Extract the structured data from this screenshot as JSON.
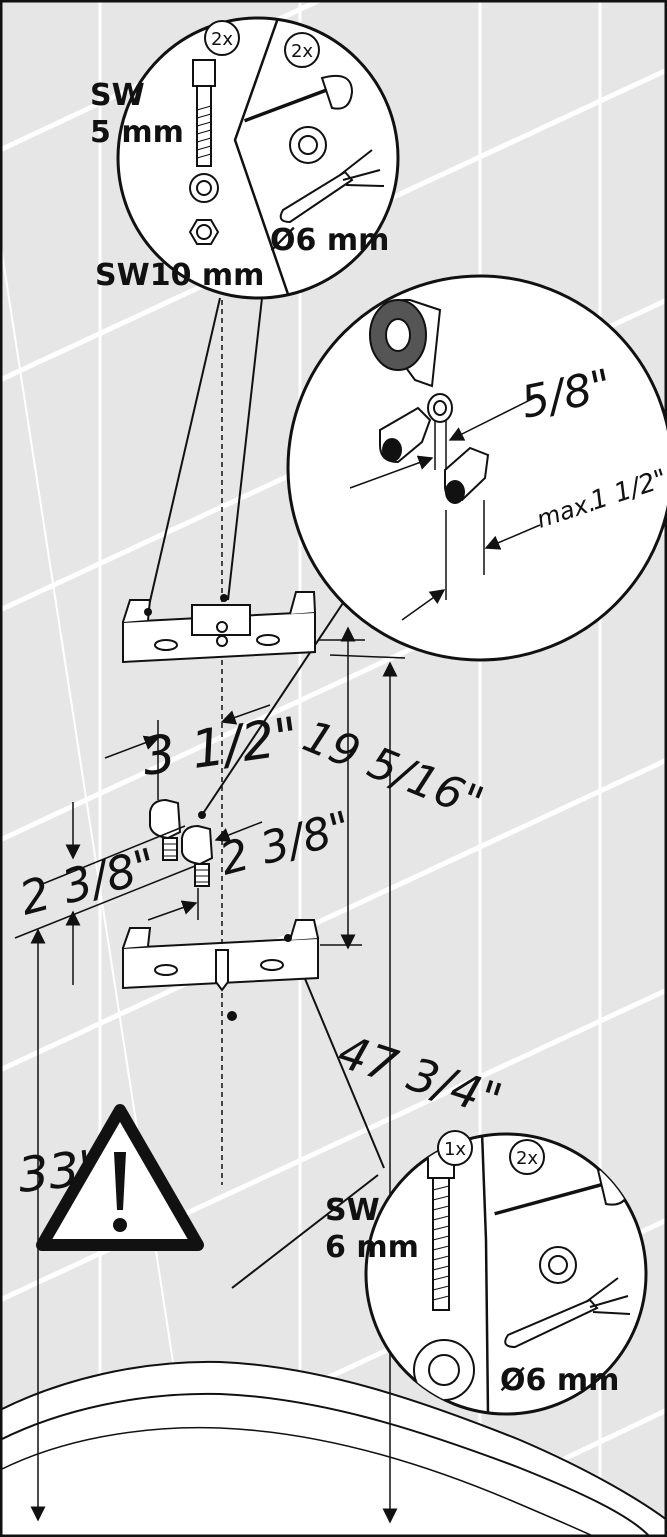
{
  "top_detail": {
    "bolt_qty": "2x",
    "bolt_size_line1": "SW",
    "bolt_size_line2": "5 mm",
    "nut_size": "SW10 mm",
    "screw_qty": "2x",
    "dowel_size": "Ø6 mm"
  },
  "pipe_detail": {
    "gap_dim": "5/8\"",
    "max_dim_prefix": "max.",
    "max_dim_value": "1 1/2\""
  },
  "dimensions": {
    "bracket_offset": "3 1/2\"",
    "elbow_height": "2 3/8\"",
    "elbow_spacing": "2 3/8\"",
    "bracket_spacing": "19 5/16\"",
    "overall_height": "47 3/4\"",
    "floor_height": "33\""
  },
  "bottom_detail": {
    "bolt_qty": "1x",
    "bolt_size_line1": "SW",
    "bolt_size_line2": "6 mm",
    "screw_qty": "2x",
    "dowel_size": "Ø6 mm"
  },
  "colors": {
    "wall": "#e6e6e6",
    "grout": "#ffffff",
    "ink": "#111111"
  }
}
